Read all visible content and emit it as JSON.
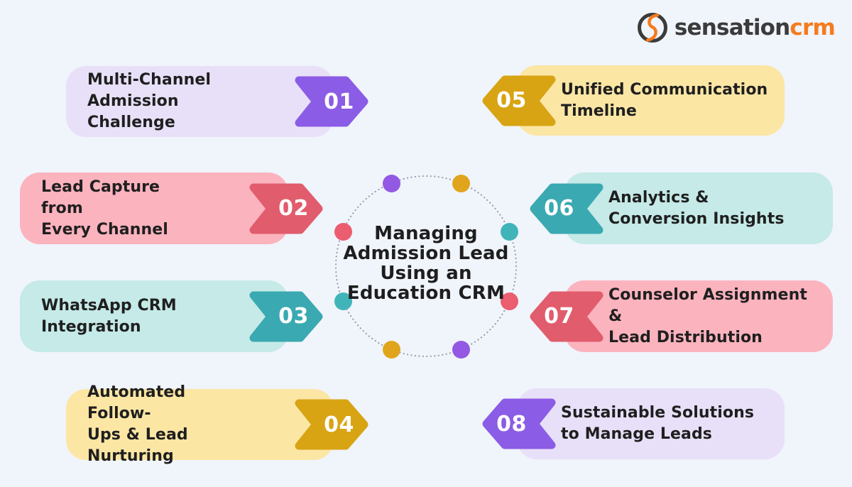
{
  "page": {
    "background": "#F0F4FB"
  },
  "logo": {
    "icon": "sensationcrm-swirl-icon",
    "text_dark": "sensation",
    "text_accent": "crm",
    "dark_color": "#3B3B3B",
    "accent_color": "#F57B1D"
  },
  "center": {
    "title_lines": [
      "Managing",
      "Admission Lead",
      "Using an",
      "Education CRM"
    ],
    "title_color": "#1E1E1E",
    "ring_color": "#9AA0A8",
    "dots": [
      {
        "position": "top-left",
        "color": "#9459E2"
      },
      {
        "position": "top-right",
        "color": "#E0A51C"
      },
      {
        "position": "right-upper",
        "color": "#41B4BA"
      },
      {
        "position": "right-lower",
        "color": "#EA5E6F"
      },
      {
        "position": "bottom-right",
        "color": "#9459E2"
      },
      {
        "position": "bottom-left",
        "color": "#E0A51C"
      },
      {
        "position": "left-lower",
        "color": "#41B4BA"
      },
      {
        "position": "left-upper",
        "color": "#EA5E6F"
      }
    ]
  },
  "items": [
    {
      "number": "01",
      "lines": [
        "Multi-Channel",
        "Admission Challenge"
      ],
      "side": "left",
      "card_color": "#E8E0F8",
      "arrow_color": "#8B5CE6"
    },
    {
      "number": "02",
      "lines": [
        "Lead Capture from",
        "Every Channel"
      ],
      "side": "left",
      "card_color": "#FBB3BE",
      "arrow_color": "#E15C6C"
    },
    {
      "number": "03",
      "lines": [
        "WhatsApp CRM",
        "Integration"
      ],
      "side": "left",
      "card_color": "#C5EAE8",
      "arrow_color": "#3AA9B1"
    },
    {
      "number": "04",
      "lines": [
        "Automated Follow-",
        "Ups & Lead Nurturing"
      ],
      "side": "left",
      "card_color": "#FBE6A4",
      "arrow_color": "#D8A413"
    },
    {
      "number": "05",
      "lines": [
        "Unified Communication",
        "Timeline"
      ],
      "side": "right",
      "card_color": "#FBE6A4",
      "arrow_color": "#D8A413"
    },
    {
      "number": "06",
      "lines": [
        "Analytics &",
        "Conversion Insights"
      ],
      "side": "right",
      "card_color": "#C5EAE8",
      "arrow_color": "#3AA9B1"
    },
    {
      "number": "07",
      "lines": [
        "Counselor Assignment &",
        "Lead Distribution"
      ],
      "side": "right",
      "card_color": "#FBB3BE",
      "arrow_color": "#E15C6C"
    },
    {
      "number": "08",
      "lines": [
        "Sustainable Solutions",
        "to Manage Leads"
      ],
      "side": "right",
      "card_color": "#E8E0F8",
      "arrow_color": "#8B5CE6"
    }
  ]
}
